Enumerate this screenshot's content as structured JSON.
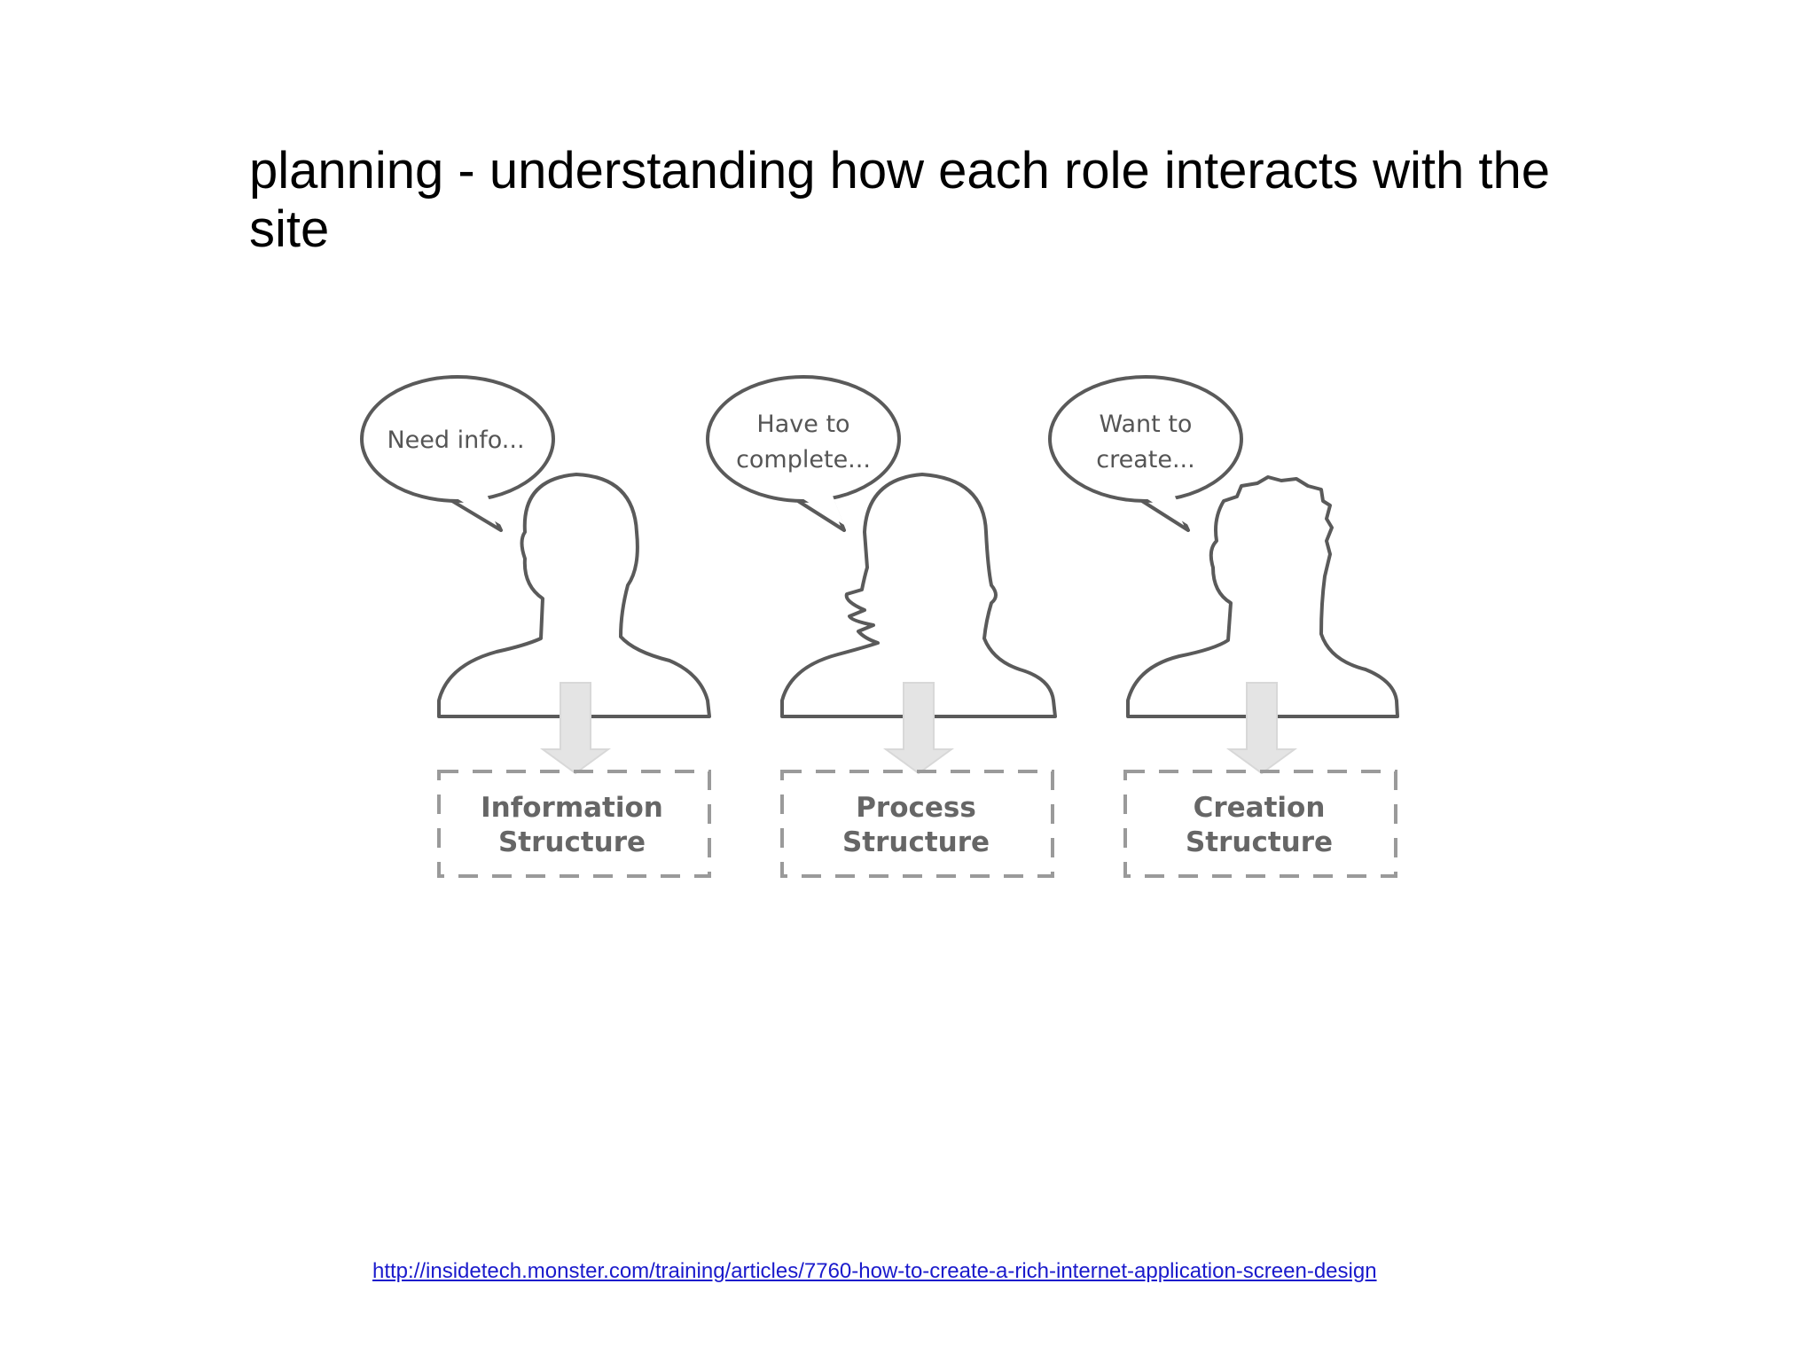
{
  "title": "planning - understanding how each role interacts with the site",
  "roles": [
    {
      "bubble": [
        "Need info..."
      ],
      "structure": [
        "Information",
        "Structure"
      ]
    },
    {
      "bubble": [
        "Have to",
        "complete..."
      ],
      "structure": [
        "Process",
        "Structure"
      ]
    },
    {
      "bubble": [
        "Want to",
        "create..."
      ],
      "structure": [
        "Creation",
        "Structure"
      ]
    }
  ],
  "source_link": "http://insidetech.monster.com/training/articles/7760-how-to-create-a-rich-internet-application-screen-design",
  "colors": {
    "outline": "#5a5a5a",
    "arrow": "#e6e6e6",
    "dashed_box": "#9a9a9a",
    "link": "#1a1acc"
  }
}
